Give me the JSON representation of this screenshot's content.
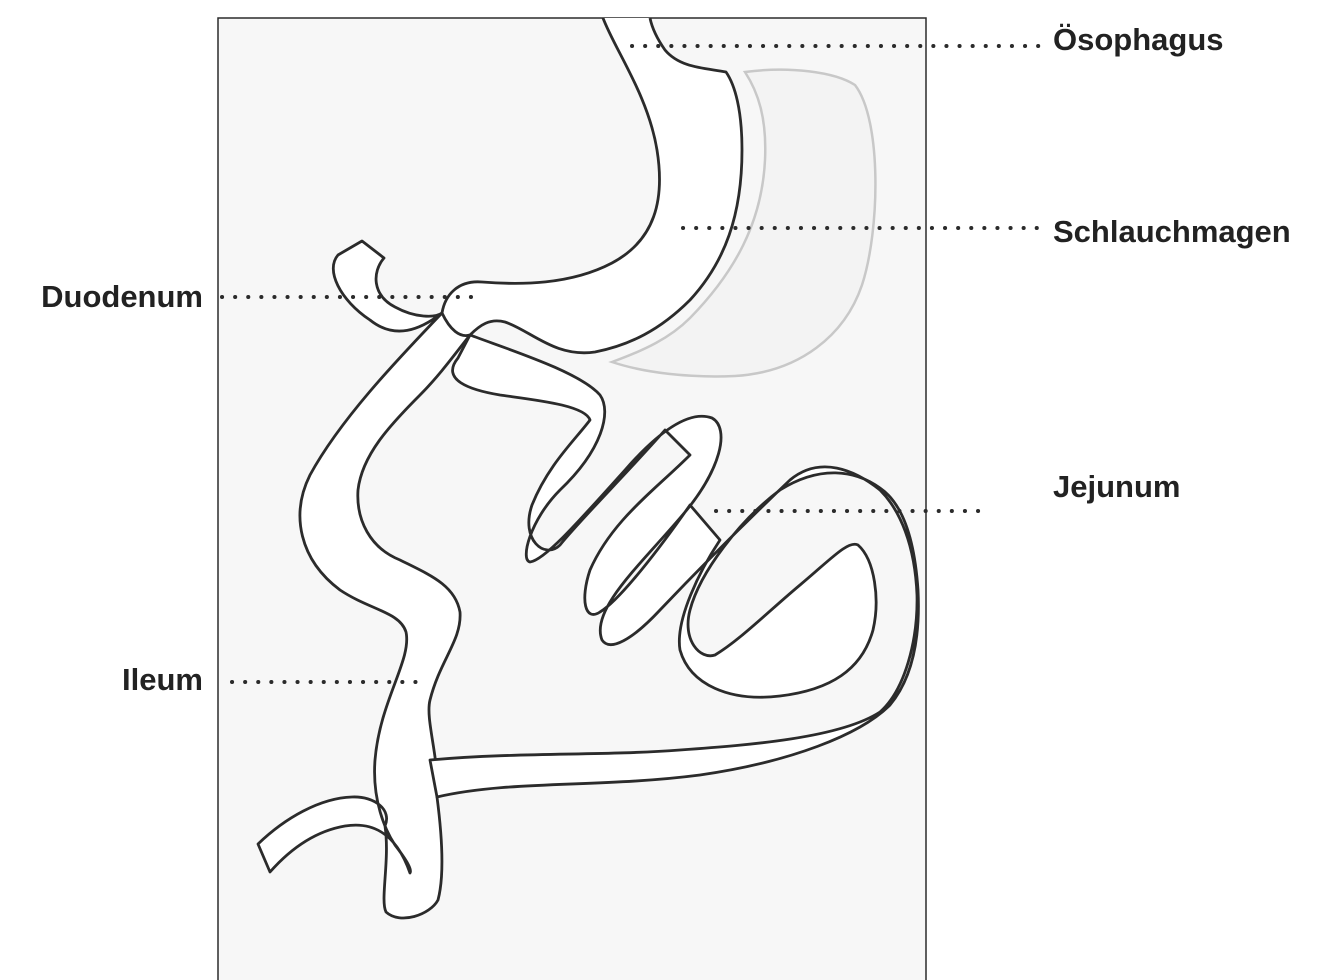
{
  "labels": {
    "oesophagus": "Ösophagus",
    "schlauchmagen": "Schlauchmagen",
    "duodenum": "Duodenum",
    "jejunum": "Jejunum",
    "ileum": "Ileum"
  },
  "colors": {
    "panel_fill": "#f7f7f7",
    "organ_fill": "#ffffff",
    "outline": "#2b2b2b",
    "removed_stomach_outline": "#c8c8c8",
    "label_text": "#222222",
    "leader_dots": "#2b2b2b"
  }
}
